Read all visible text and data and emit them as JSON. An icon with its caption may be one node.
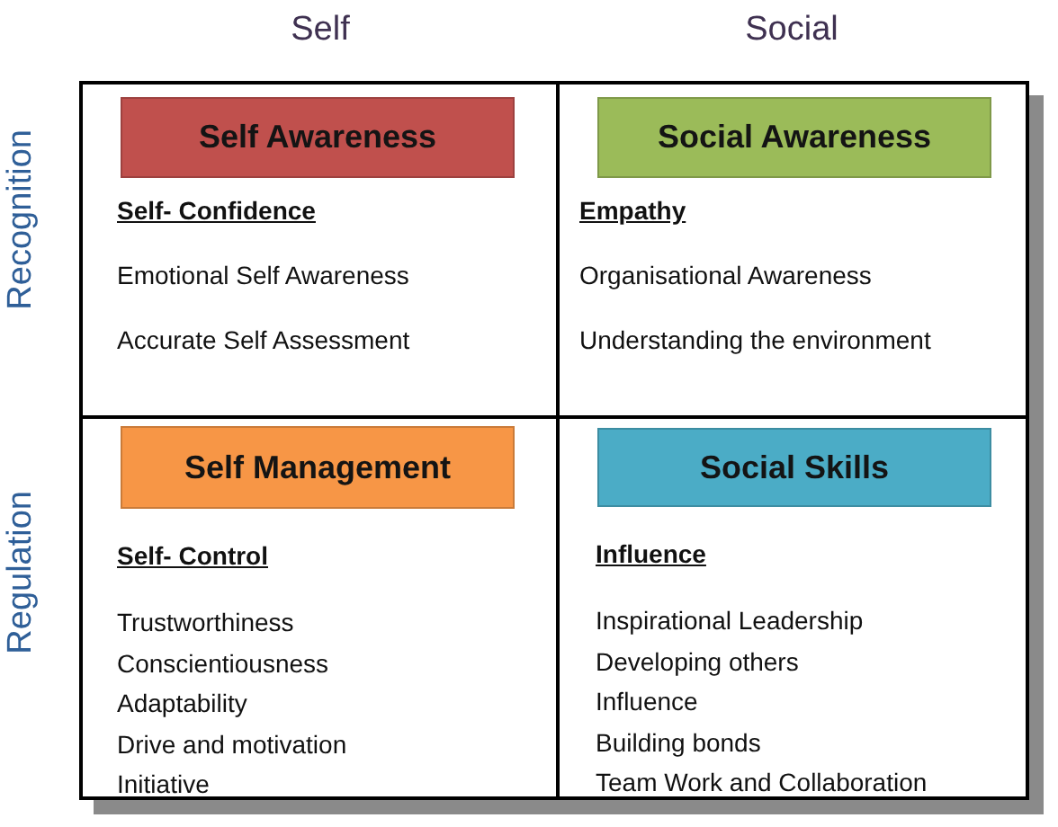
{
  "diagram": {
    "nodes": [
      {
        "text": [
          "Self- Confidence",
          "Emotional Self Awareness",
          "Accurate Self Assessment"
        ]
      },
      {
        "text": [
          "Self Awareness"
        ],
        "in": 0
      },
      {
        "text": [
          "Empathy",
          "Organisational Awareness",
          "Understanding the environment"
        ]
      },
      {
        "text": [
          "Social Awareness"
        ],
        "in": 2
      },
      {
        "text": [
          "Self- Control",
          "Trustworthiness",
          "Conscientiousness",
          "Adaptability",
          "Drive and motivation",
          "Initiative"
        ]
      },
      {
        "text": [
          "Self Management"
        ],
        "in": 4
      },
      {
        "text": [
          "Influence",
          "Inspirational Leadership",
          "Developing others",
          "Influence",
          "Building bonds",
          "Team Work and Collaboration"
        ]
      },
      {
        "text": [
          "Social Skills"
        ],
        "in": 6
      }
    ],
    "labels": [
      "Self",
      "Social",
      "Recognition",
      "Regulation"
    ]
  }
}
